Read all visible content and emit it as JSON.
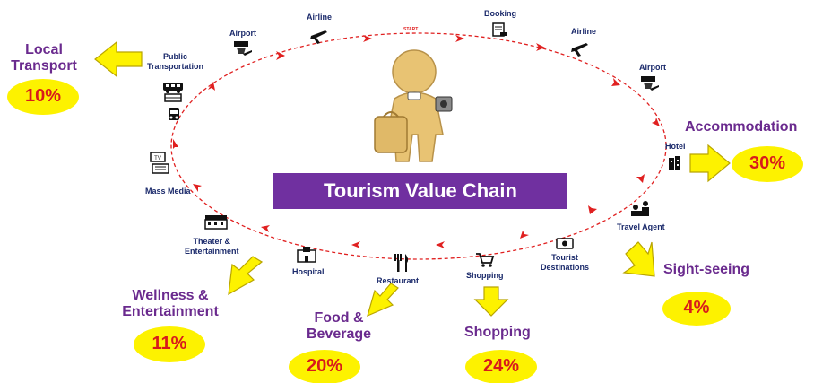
{
  "title": "Tourism Value Chain",
  "start_label": "START",
  "nodes": {
    "airline_top": "Airline",
    "booking": "Booking",
    "airline_right": "Airline",
    "airport_right": "Airport",
    "hotel": "Hotel",
    "travel_agent": "Travel Agent",
    "tourist_destinations_1": "Tourist",
    "tourist_destinations_2": "Destinations",
    "shopping": "Shopping",
    "restaurant": "Restaurant",
    "hospital": "Hospital",
    "theater_1": "Theater &",
    "theater_2": "Entertainment",
    "mass_media": "Mass Media",
    "public_transport_1": "Public",
    "public_transport_2": "Transportation",
    "airport_left": "Airport"
  },
  "categories": {
    "local_transport": {
      "line1": "Local",
      "line2": "Transport",
      "pct": "10%"
    },
    "accommodation": {
      "line1": "Accommodation",
      "pct": "30%"
    },
    "sightseeing": {
      "line1": "Sight-seeing",
      "pct": "4%"
    },
    "shopping": {
      "line1": "Shopping",
      "pct": "24%"
    },
    "food": {
      "line1": "Food &",
      "line2": "Beverage",
      "pct": "20%"
    },
    "wellness": {
      "line1": "Wellness &",
      "line2": "Entertainment",
      "pct": "11%"
    }
  },
  "colors": {
    "title_bg": "#7030a0",
    "category_text": "#6a2a8e",
    "percent_text": "#d81b1b",
    "highlight": "#fdf200",
    "chain_arrow": "#e02020",
    "node_text": "#1b2a6b"
  },
  "icons": [
    "plane-icon",
    "booking-icon",
    "airport-icon",
    "hotel-icon",
    "travel-agent-icon",
    "camera-icon",
    "shopping-cart-icon",
    "fork-knife-icon",
    "hospital-icon",
    "theater-icon",
    "tv-icon",
    "newspaper-icon",
    "bus-icon",
    "train-icon",
    "traveler-figure-icon"
  ]
}
